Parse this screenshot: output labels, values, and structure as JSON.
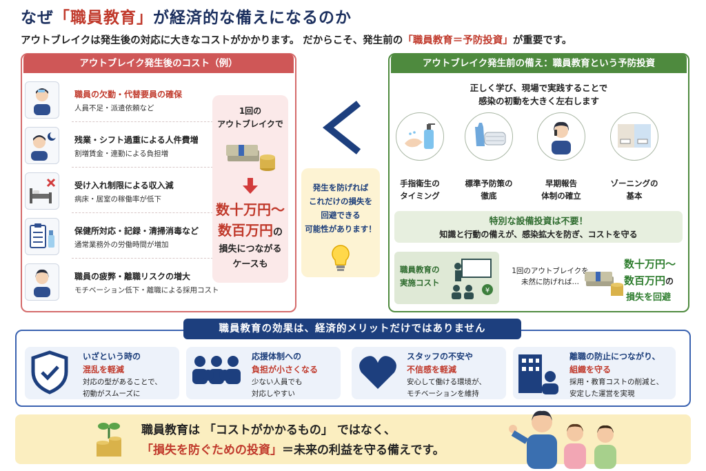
{
  "header": {
    "title_pre": "なぜ",
    "title_hl": "「職員教育」",
    "title_post": "が経済的な備えになるのか",
    "subtitle_pre": "アウトブレイクは発生後の対応に大きなコストがかかります。 だからこそ、発生前の",
    "subtitle_hl": "「職員教育＝予防投資」",
    "subtitle_post": "が重要です。"
  },
  "left": {
    "heading": "アウトブレイク発生後のコスト（例）",
    "items": [
      {
        "title": "職員の欠勤・代替要員の確保",
        "sub": "人員不足・派遣依頼など"
      },
      {
        "title": "残業・シフト過重による人件費増",
        "sub": "割増賃金・連勤による負担増"
      },
      {
        "title": "受け入れ制限による収入減",
        "sub": "病床・居室の稼働率が低下"
      },
      {
        "title": "保健所対応・記録・清掃消毒など",
        "sub": "通常業務外の労働時間が増加"
      },
      {
        "title": "職員の疲弊・離職リスクの増大",
        "sub": "モチベーション低下・離職による採用コスト"
      }
    ],
    "callout": {
      "line1": "1回の",
      "line2": "アウトブレイクで",
      "big1": "数十万円〜",
      "big2": "数百万円",
      "tail": "の",
      "line3": "損失につながる",
      "line4": "ケースも"
    }
  },
  "middle": {
    "symbol": "<",
    "lines": [
      "発生を防げれば",
      "これだけの損失を",
      "回避できる",
      "可能性があります！"
    ]
  },
  "right": {
    "heading": "アウトブレイク発生前の備え：職員教育という予防投資",
    "lead1": "正しく学び、現場で実践することで",
    "lead2": "感染の初動を大きく左右します",
    "measures": [
      {
        "l1": "手指衛生の",
        "l2": "タイミング"
      },
      {
        "l1": "標準予防策の",
        "l2": "徹底"
      },
      {
        "l1": "早期報告",
        "l2": "体制の確立"
      },
      {
        "l1": "ゾーニングの",
        "l2": "基本"
      }
    ],
    "note1": "特別な設備投資は不要！",
    "note2": "知識と行動の備えが、感染拡大を防ぎ、コストを守る",
    "edu_l1": "職員教育の",
    "edu_l2": "実施コスト",
    "prevent_l1": "1回のアウトブレイクを",
    "prevent_l2": "未然に防げれば…",
    "big1": "数十万円〜",
    "big2": "数百万円",
    "tail": "の",
    "avoid": "損失を回避"
  },
  "effects": {
    "heading": "職員教育の効果は、経済的メリットだけではありません",
    "items": [
      {
        "t1": "いざという時の",
        "t2": "混乱を軽減",
        "s1": "対応の型があることで、",
        "s2": "初動がスムーズに"
      },
      {
        "t1": "応援体制への",
        "t2": "負担が小さくなる",
        "s1": "少ない人員でも",
        "s2": "対応しやすい"
      },
      {
        "t1": "スタッフの不安や",
        "t2": "不信感を軽減",
        "s1": "安心して働ける環境が、",
        "s2": "モチベーションを維持"
      },
      {
        "t1": "離職の防止につながり、",
        "t2": "組織を守る",
        "s1": "採用・教育コストの削減と、",
        "s2": "安定した運営を実現"
      }
    ]
  },
  "bottom": {
    "line1": "職員教育は 「コストがかかるもの」 ではなく、",
    "hl": "「損失を防ぐための投資」",
    "line2_post": "＝未来の利益を守る備えです。"
  },
  "colors": {
    "navy": "#1b2f5e",
    "red": "#c0392b",
    "green": "#4e8a3e",
    "blue": "#1d3f7e",
    "cream": "#fbeec0"
  }
}
